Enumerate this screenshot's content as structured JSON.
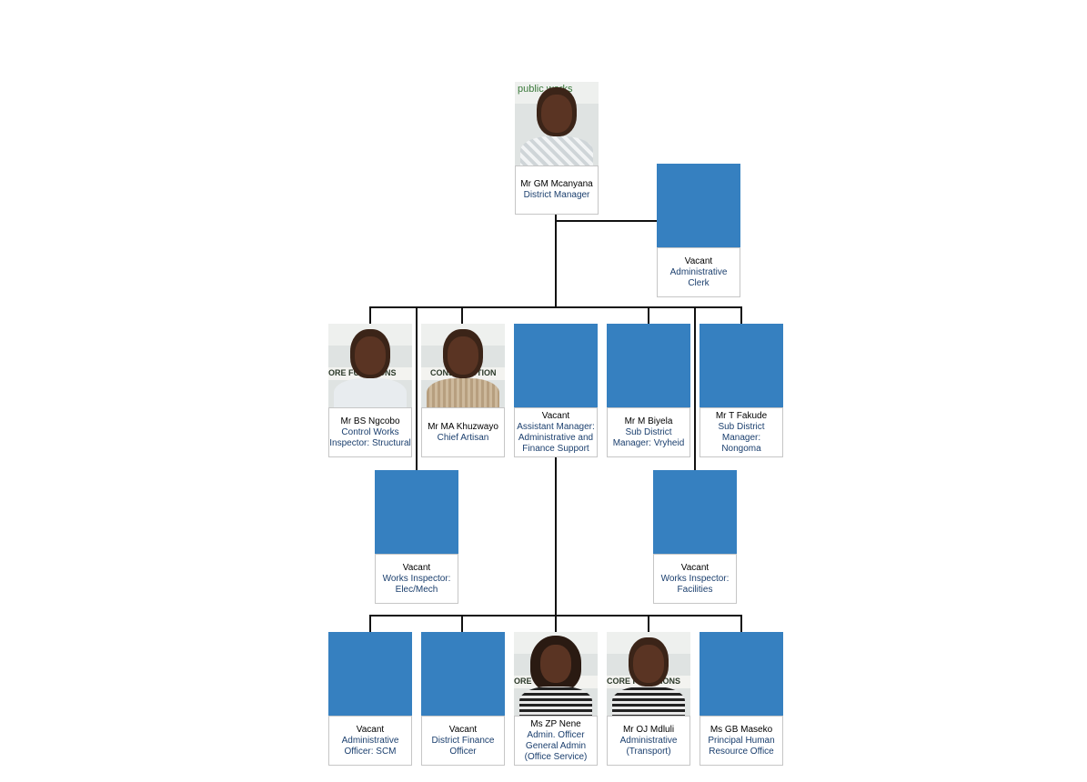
{
  "nodes": {
    "gm": {
      "name": "Mr GM Mcanyana",
      "title": "District Manager",
      "photo": "person",
      "banner": "public works"
    },
    "admin_clerk": {
      "name": "Vacant",
      "title": "Administrative Clerk",
      "photo": "vacant"
    },
    "bs_ngcobo": {
      "name": "Mr BS Ngcobo",
      "title": "Control Works Inspector: Structural",
      "photo": "person",
      "banner": "ORE FUNCTIONS"
    },
    "ma_khuzwayo": {
      "name": "Mr MA Khuzwayo",
      "title": "Chief Artisan",
      "photo": "person",
      "banner": "CONSTRUCTION"
    },
    "asst_mgr": {
      "name": "Vacant",
      "title": "Assistant Manager: Administrative and Finance Support",
      "photo": "vacant"
    },
    "m_biyela": {
      "name": "Mr M Biyela",
      "title": "Sub District Manager: Vryheid",
      "photo": "vacant"
    },
    "t_fakude": {
      "name": "Mr T Fakude",
      "title": "Sub District Manager: Nongoma",
      "photo": "vacant"
    },
    "wi_elec": {
      "name": "Vacant",
      "title": "Works Inspector: Elec/Mech",
      "photo": "vacant"
    },
    "wi_fac": {
      "name": "Vacant",
      "title": "Works Inspector: Facilities",
      "photo": "vacant"
    },
    "ao_scm": {
      "name": "Vacant",
      "title": "Administrative Officer: SCM",
      "photo": "vacant"
    },
    "dfo": {
      "name": "Vacant",
      "title": "District Finance Officer",
      "photo": "vacant"
    },
    "zp_nene": {
      "name": "Ms ZP Nene",
      "title": "Admin. Officer General Admin (Office Service)",
      "photo": "person",
      "banner": "ORE"
    },
    "oj_mdluli": {
      "name": "Mr OJ Mdluli",
      "title": "Administrative (Transport)",
      "photo": "person",
      "banner": "CORE FUNCTIONS"
    },
    "gb_maseko": {
      "name": "Ms GB Maseko",
      "title": "Principal Human Resource Office",
      "photo": "vacant"
    }
  },
  "colors": {
    "vacant_fill": "#3680c0",
    "title_text": "#1b3f6e",
    "connector": "#111111"
  }
}
